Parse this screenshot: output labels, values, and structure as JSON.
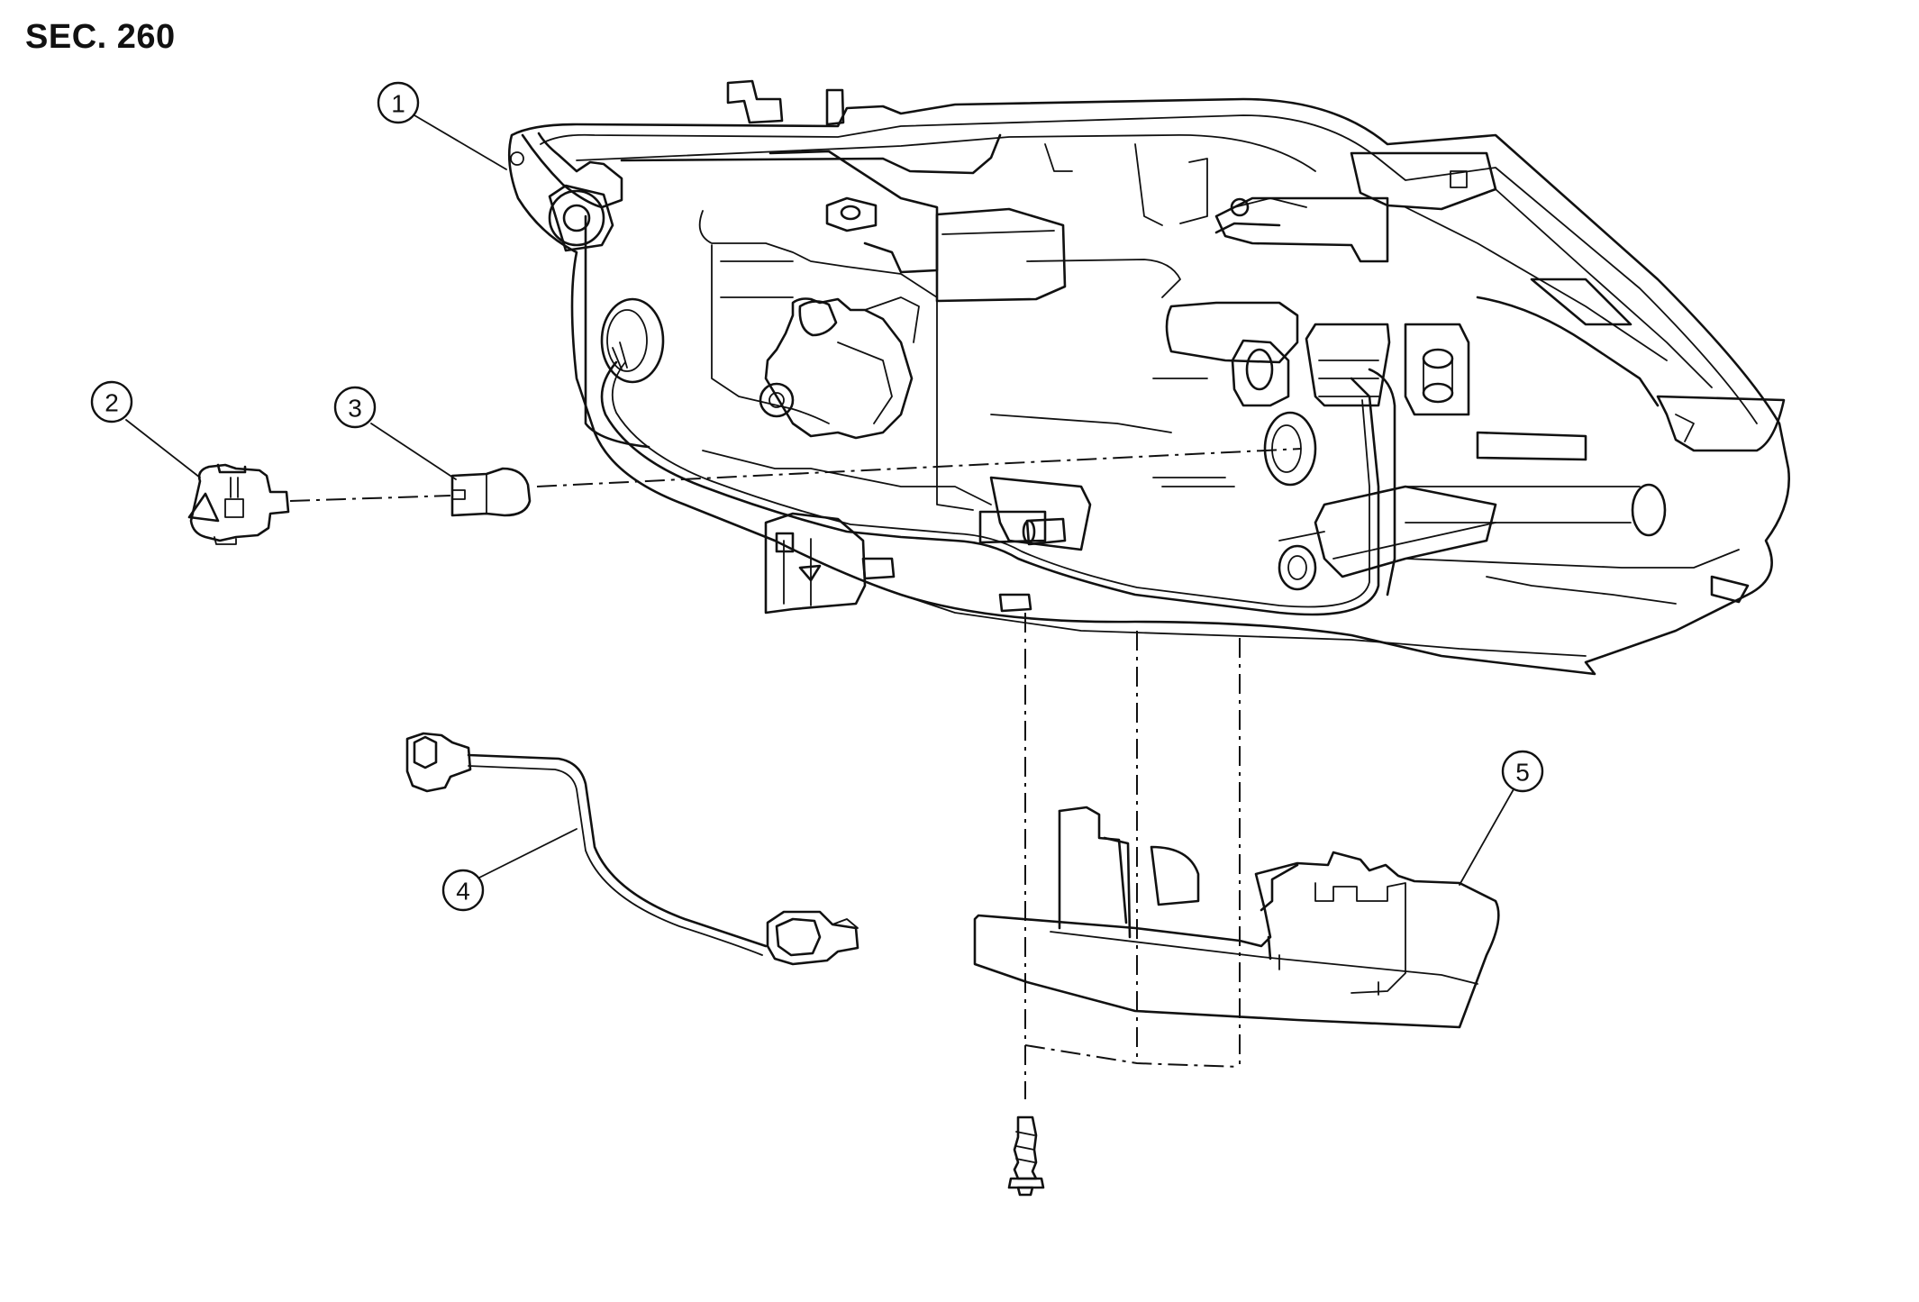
{
  "section": "SEC. 260",
  "callouts": [
    "1",
    "2",
    "3",
    "4",
    "5"
  ]
}
